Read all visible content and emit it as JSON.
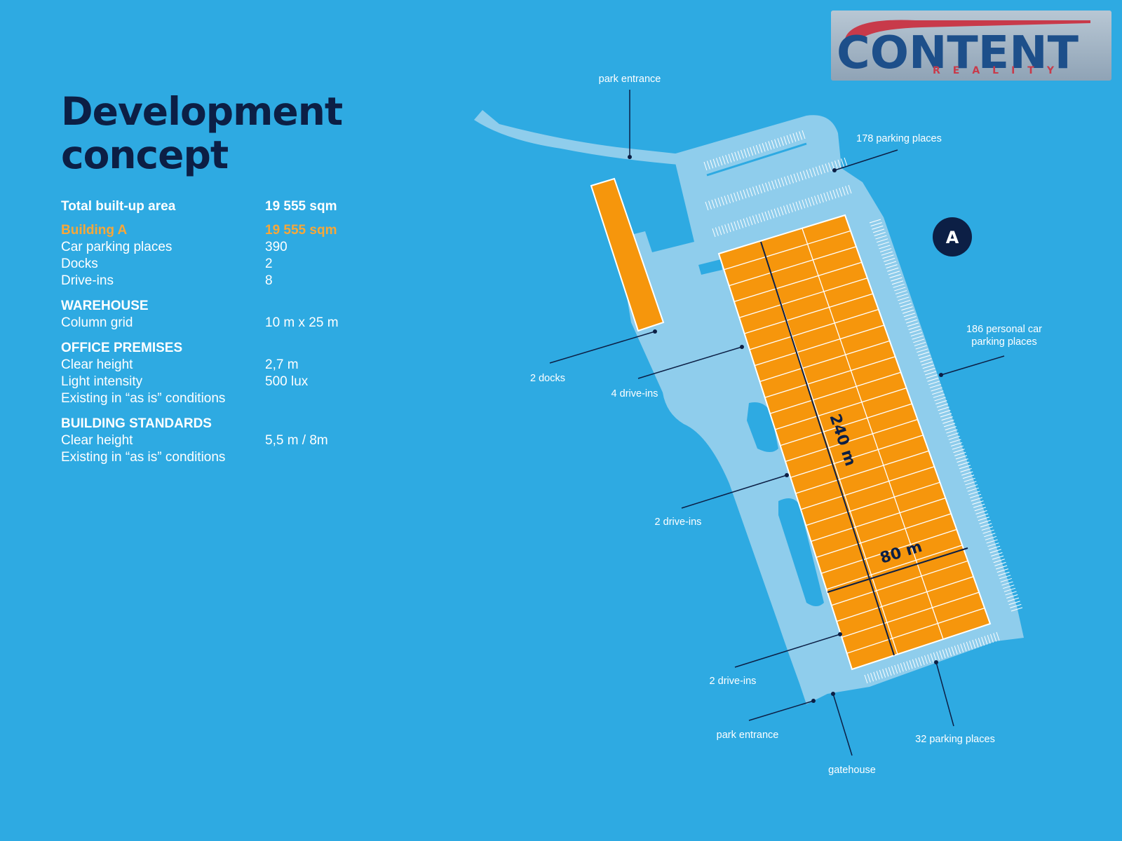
{
  "title": {
    "line1": "Development",
    "line2": "concept"
  },
  "total": {
    "label": "Total built-up area",
    "value": "19 555  sqm"
  },
  "building": {
    "label": "Building A",
    "value": "19 555 sqm",
    "rows": [
      {
        "label": "Car parking places",
        "value": "390"
      },
      {
        "label": "Docks",
        "value": "2"
      },
      {
        "label": "Drive-ins",
        "value": "8"
      }
    ]
  },
  "warehouse": {
    "heading": "WAREHOUSE",
    "rows": [
      {
        "label": "Column grid",
        "value": "10 m x 25 m"
      }
    ]
  },
  "office": {
    "heading": "OFFICE PREMISES",
    "rows": [
      {
        "label": "Clear height",
        "value": "2,7 m"
      },
      {
        "label": "Light intensity",
        "value": "500 lux"
      },
      {
        "label": "Existing in “as is” conditions",
        "value": ""
      }
    ]
  },
  "standards": {
    "heading": "BUILDING STANDARDS",
    "rows": [
      {
        "label": "Clear height",
        "value": "5,5 m / 8m"
      },
      {
        "label": "Existing in “as is” conditions",
        "value": ""
      }
    ]
  },
  "logo": {
    "name": "CONTENT",
    "sub": "REALITY"
  },
  "plan": {
    "building_badge": "A",
    "length": "240 m",
    "width": "80 m",
    "labels": {
      "park_entrance_top": "park entrance",
      "parking_178": "178 parking places",
      "personal_186_line1": "186 personal car",
      "personal_186_line2": "parking places",
      "docks": "2 docks",
      "drive_ins_4": "4 drive-ins",
      "drive_ins_2a": "2 drive-ins",
      "drive_ins_2b": "2 drive-ins",
      "park_entrance_bottom": "park entrance",
      "gatehouse": "gatehouse",
      "parking_32": "32 parking places"
    }
  },
  "colors": {
    "background": "#2eaae2",
    "title": "#0c1f45",
    "accent": "#f7a738",
    "site": "#8fcdec",
    "building": "#f6960c",
    "logo_red": "#c83a4a",
    "logo_blue": "#1d4f8a"
  }
}
